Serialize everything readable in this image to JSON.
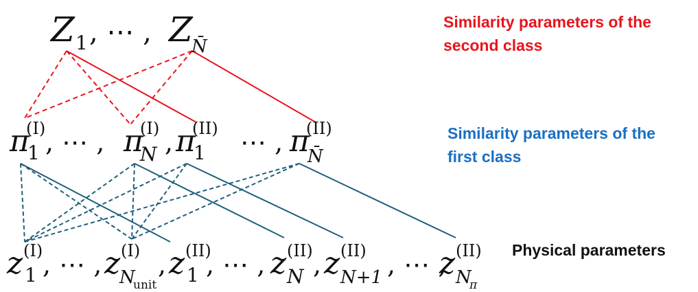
{
  "colors": {
    "red": "#e8141c",
    "teal": "#1f5f7a",
    "blue": "#1a6fc4",
    "black": "#111111"
  },
  "labels": {
    "second_class_line1": "Similarity parameters of the",
    "second_class_line2": "second class",
    "first_class_line1": "Similarity parameters of the",
    "first_class_line2": "first class",
    "physical": "Physical parameters"
  },
  "second_class": {
    "Z": "Z",
    "sub_1": "1",
    "dots": ", ⋯ ,",
    "sub_last": "N̄"
  },
  "first_class": {
    "pi": "π",
    "sup_I": "(I)",
    "sup_II": "(II)",
    "sub_1": "1",
    "sub_N": "N",
    "sub_Nbar": "N̄",
    "comma_dots": ", ⋯ ,",
    "comma": ",",
    "dots_only": "⋯ ,"
  },
  "physical_params": {
    "z": "z",
    "sup_I": "(I)",
    "sup_II": "(II)",
    "sub_1": "1",
    "sub_Nunit_main": "N",
    "sub_Nunit_sub": "unit",
    "sub_N": "N",
    "sub_N1": "N+1",
    "sub_Npi_main": "N",
    "sub_Npi_sub": "π",
    "comma_dots": ", ⋯ ,",
    "comma": ","
  }
}
